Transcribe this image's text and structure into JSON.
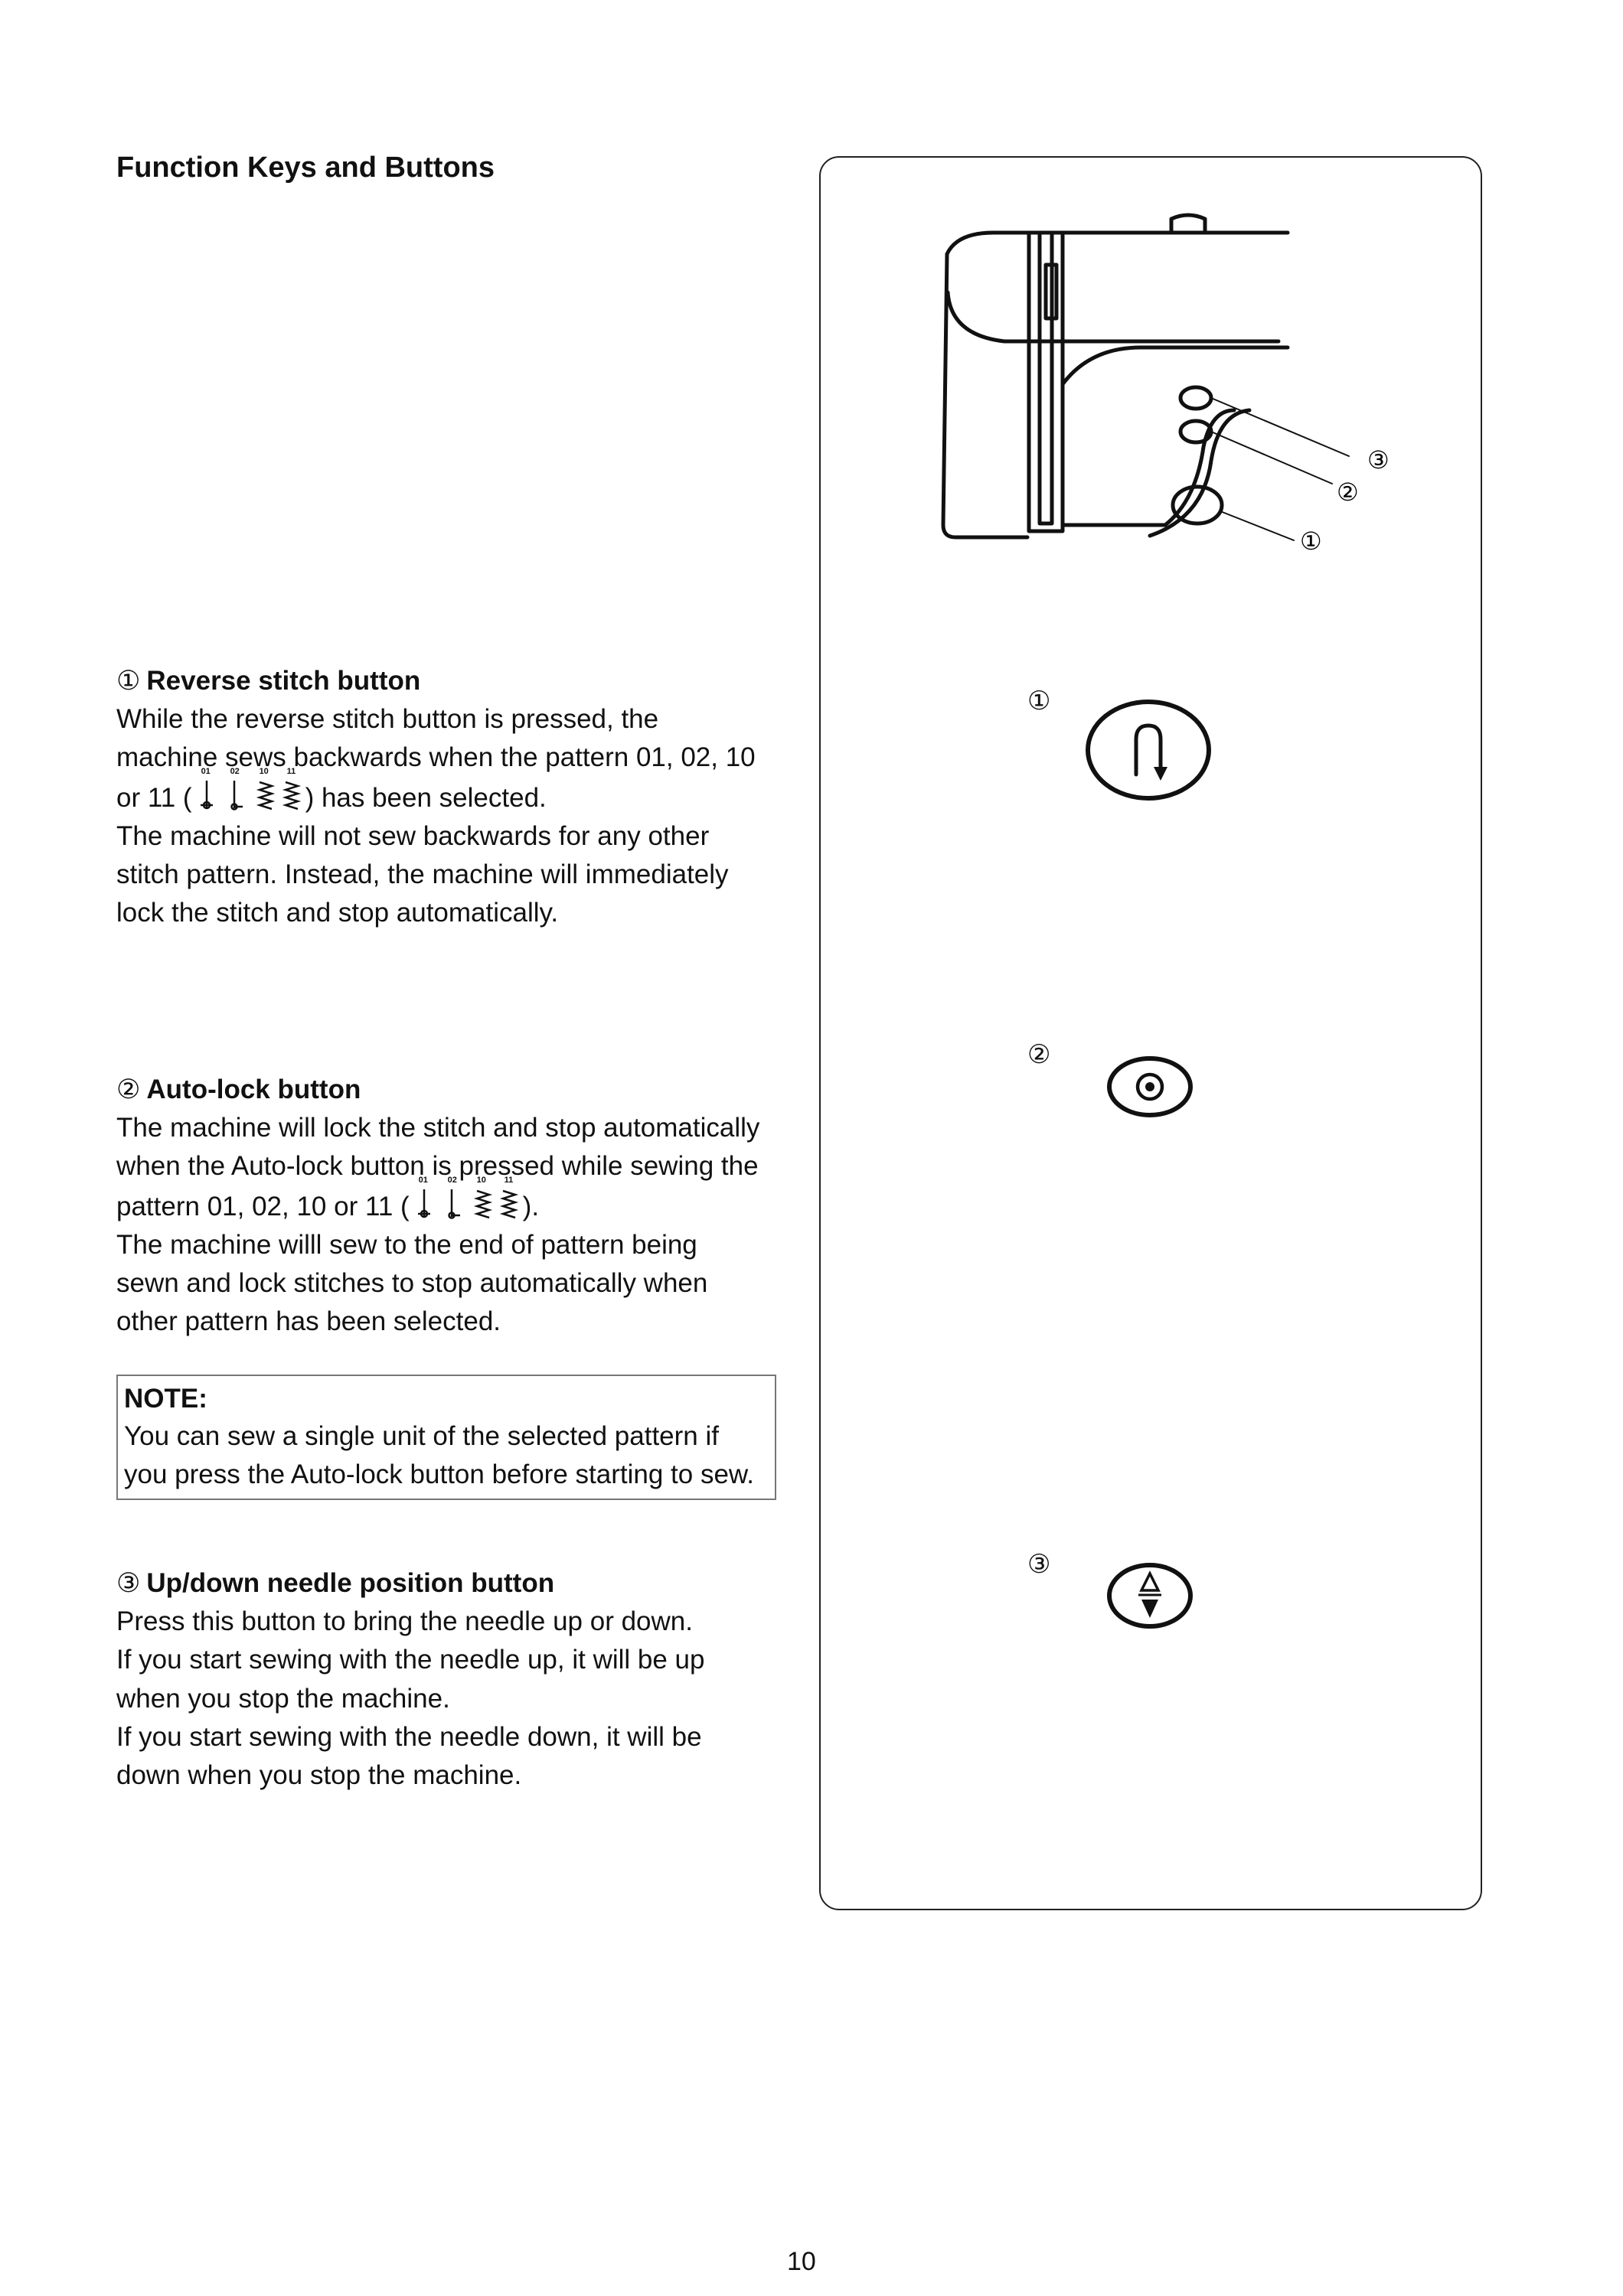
{
  "page": {
    "heading": "Function Keys and Buttons",
    "page_number": "10"
  },
  "sections": [
    {
      "marker": "①",
      "title": "Reverse stitch button",
      "lines": [
        "While the reverse stitch button is pressed, the",
        "machine sews backwards when the pattern 01, 02, 10",
        "or 11 (",
        ") has been selected.",
        "The machine will not sew backwards for any other",
        "stitch pattern. Instead, the machine will immediately",
        "lock the stitch and stop automatically."
      ]
    },
    {
      "marker": "②",
      "title": "Auto-lock button",
      "lines": [
        "The machine will lock the stitch and stop automatically",
        "when the Auto-lock button is pressed while sewing the",
        "pattern 01, 02, 10 or 11 (",
        ").",
        "The machine willl sew to the end of pattern being",
        "sewn and lock stitches to stop automatically when",
        "other pattern has been selected."
      ]
    },
    {
      "marker": "③",
      "title": "Up/down needle position button",
      "lines": [
        "Press this button to bring the needle up or down.",
        "If you start sewing with the needle up, it will be up",
        "when you stop the machine.",
        "If you start sewing with the needle down, it will be",
        "down when you stop the machine."
      ]
    }
  ],
  "stitch_numbers": [
    "01",
    "02",
    "10",
    "11"
  ],
  "note": {
    "title": "NOTE:",
    "lines": [
      "You can sew a single unit of the selected pattern if",
      "you press the Auto-lock button before starting to sew."
    ]
  },
  "diagram": {
    "callouts": [
      "③",
      "②",
      "①"
    ]
  },
  "button_icons": [
    {
      "marker": "①",
      "icon": "reverse-arrow-icon"
    },
    {
      "marker": "②",
      "icon": "auto-lock-icon"
    },
    {
      "marker": "③",
      "icon": "needle-up-down-icon"
    }
  ]
}
